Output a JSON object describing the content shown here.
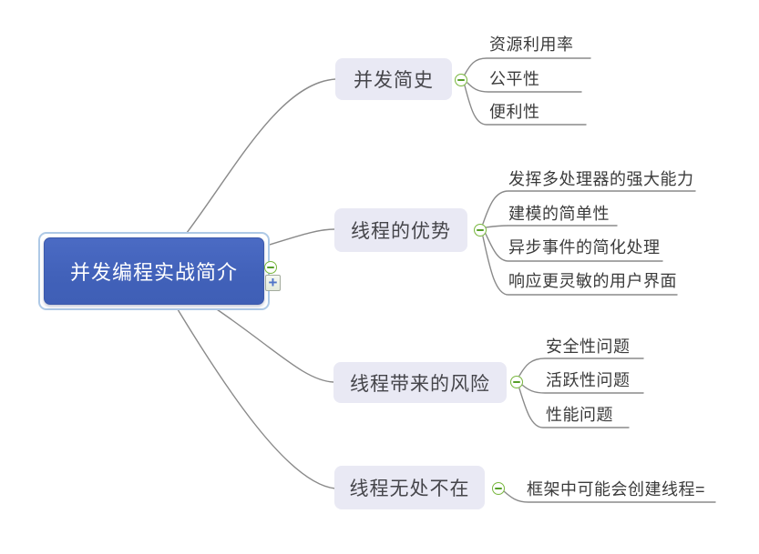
{
  "root": {
    "label": "并发编程实战简介",
    "selected": true
  },
  "branches": [
    {
      "label": "并发简史",
      "children": [
        "资源利用率",
        "公平性",
        "便利性"
      ]
    },
    {
      "label": "线程的优势",
      "children": [
        "发挥多处理器的强大能力",
        "建模的简单性",
        "异步事件的简化处理",
        "响应更灵敏的用户界面"
      ]
    },
    {
      "label": "线程带来的风险",
      "children": [
        "安全性问题",
        "活跃性问题",
        "性能问题"
      ]
    },
    {
      "label": "线程无处不在",
      "children": [
        "框架中可能会创建线程="
      ]
    }
  ],
  "icons": {
    "collapse": "minus-circle-icon",
    "add_child": "plus-icon",
    "add_child_glyph": "+"
  },
  "colors": {
    "root_fill": "#4565bd",
    "root_text": "#ffffff",
    "selection_frame": "#aec9e6",
    "topic_fill": "#e9e9f4",
    "topic_text": "#45454a",
    "child_text": "#3b3b3b",
    "connector": "#8a8a8a",
    "collapse_ring": "#79b73f",
    "add_plus": "#4f74c8",
    "background": "#ffffff"
  }
}
